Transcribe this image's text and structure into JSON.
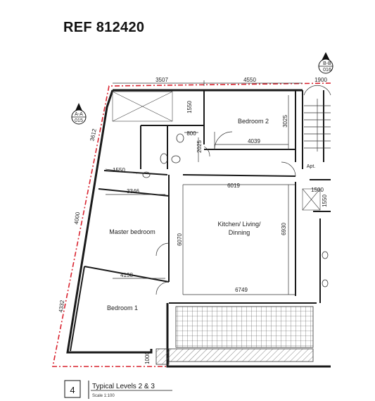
{
  "reference": "REF 812420",
  "section_markers": {
    "left_top": "A-A",
    "left_bottom": "015",
    "right_top": "B-B",
    "right_bottom": "016"
  },
  "rooms": {
    "bedroom2": "Bedroom 2",
    "master": "Master bedroom",
    "kitchen_line1": "Kitchen/ Living/",
    "kitchen_line2": "Dinning",
    "bedroom1": "Bedroom 1",
    "apt": "Apt."
  },
  "dimensions": {
    "top_3507": "3507",
    "top_4550": "4550",
    "top_1900": "1900",
    "d1550_vert": "1550",
    "d3025": "3025",
    "d3612": "3612",
    "d800": "800",
    "d2025": "2025",
    "d4039": "4039",
    "d1550_horiz": "1550",
    "d3346": "3346",
    "d6019": "6019",
    "d4000": "4000",
    "d6070": "6070",
    "d6930": "6930",
    "d4138": "4138",
    "d6749": "6749",
    "d4332": "4332",
    "d1000": "1000",
    "d1500": "1500",
    "d1550_right": "1550"
  },
  "caption": {
    "number": "4",
    "title": "Typical Levels 2 & 3",
    "scale": "Scale 1:100"
  },
  "colors": {
    "boundary": "#d9232f",
    "wall": "#1a1a1a",
    "line": "#333333"
  }
}
